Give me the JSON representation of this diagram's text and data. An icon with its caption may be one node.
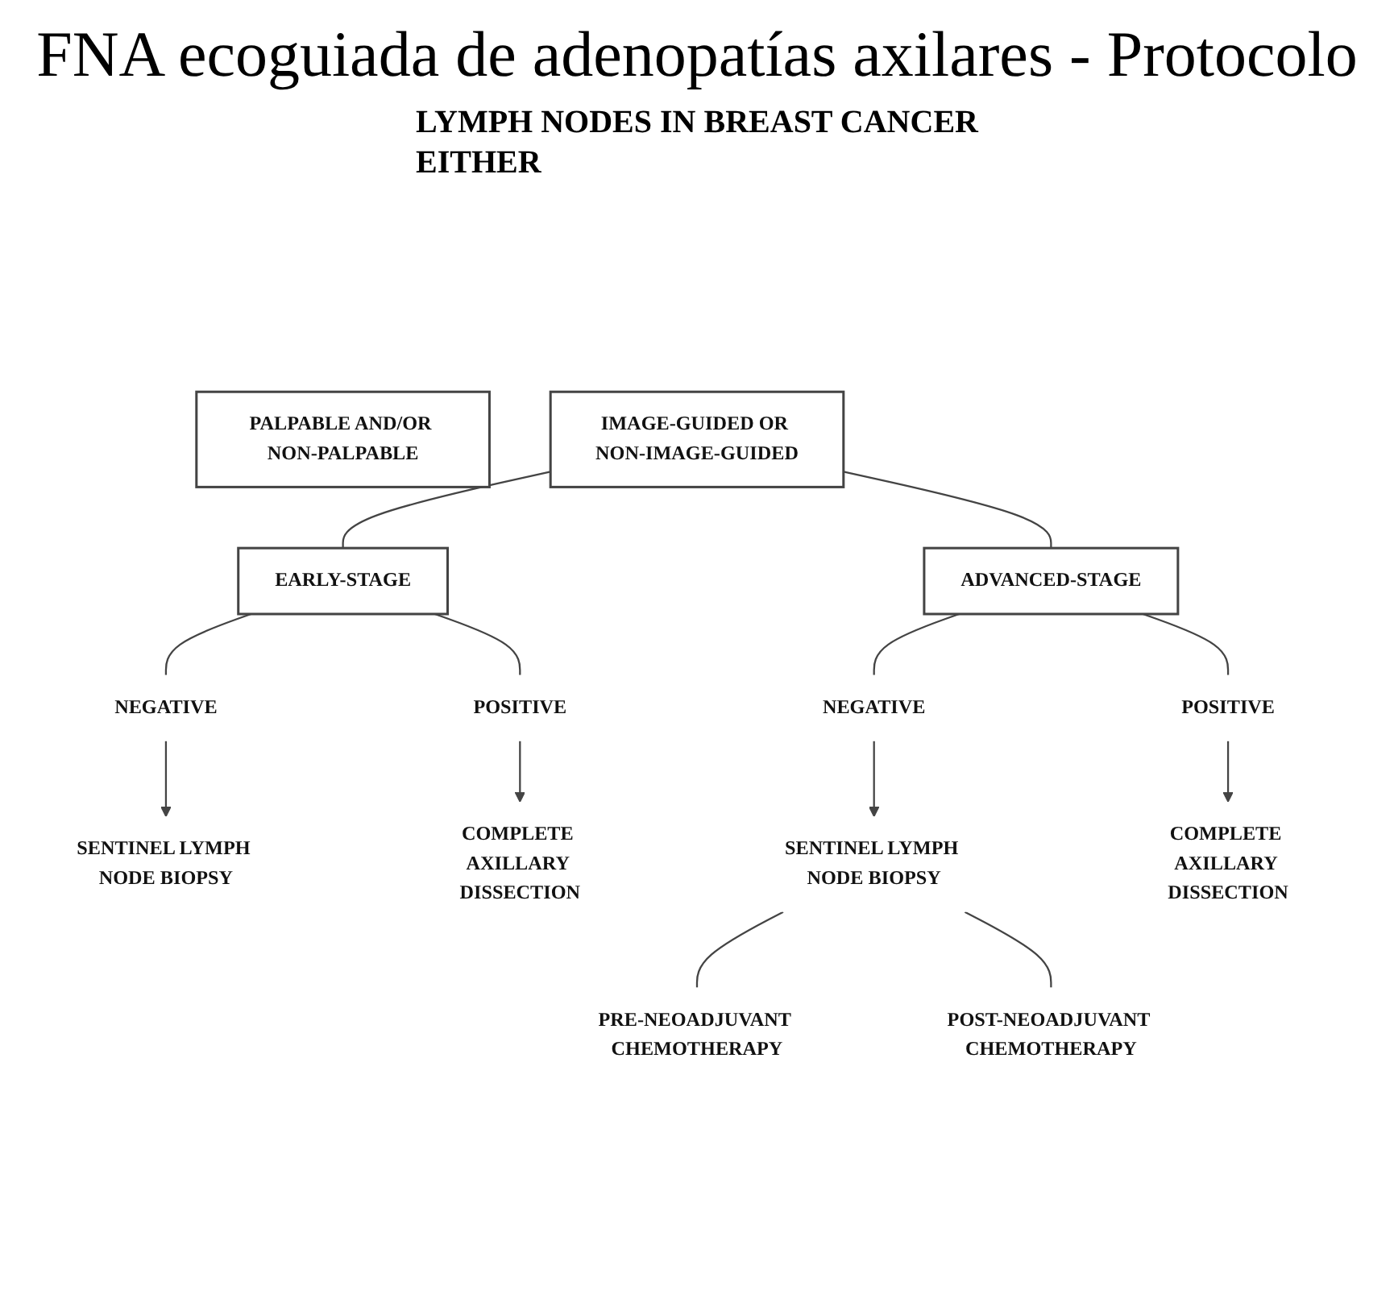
{
  "diagram": {
    "title": "FNA ecoguiada de adenopatías axilares - Protocolo",
    "nodes": [
      {
        "text": [
          "PALPABLE AND/OR NON-PALPABLE"
        ]
      },
      {
        "text": [
          "IMAGE-GUIDED OR NON-IMAGE-GUIDED"
        ]
      },
      {
        "text": [
          "EARLY-STAGE"
        ]
      },
      {
        "text": [
          "ADVANCED-STAGE"
        ]
      },
      {
        "text": [
          "NEGATIVE"
        ]
      },
      {
        "text": [
          "SENTINEL LYMPH NODE BIOPSY"
        ]
      },
      {
        "text": [
          "POSITIVE"
        ]
      },
      {
        "text": [
          "COMPLETE AXILLARY DISSECTION"
        ]
      },
      {
        "text": [
          "NEGATIVE"
        ]
      },
      {
        "text": [
          "SENTINEL LYMPH NODE BIOPSY"
        ]
      },
      {
        "text": [
          "POSITIVE"
        ]
      },
      {
        "text": [
          "COMPLETE AXILLARY DISSECTION"
        ]
      },
      {
        "text": [
          "PRE-NEOADJUVANT CHEMOTHERAPY"
        ]
      },
      {
        "text": [
          "POST-NEOADJUVANT CHEMOTHERAPY"
        ]
      }
    ],
    "edges": [
      {
        "from": 1,
        "to": 2,
        "arrow": "none"
      },
      {
        "from": 1,
        "to": 3,
        "arrow": "none"
      },
      {
        "from": 2,
        "to": 4,
        "arrow": "none"
      },
      {
        "from": 2,
        "to": 6,
        "arrow": "none"
      },
      {
        "from": 4,
        "to": 5,
        "arrow": "to"
      },
      {
        "from": 6,
        "to": 7,
        "arrow": "to"
      },
      {
        "from": 3,
        "to": 8,
        "arrow": "none"
      },
      {
        "from": 3,
        "to": 10,
        "arrow": "none"
      },
      {
        "from": 8,
        "to": 9,
        "arrow": "to"
      },
      {
        "from": 10,
        "to": 11,
        "arrow": "to"
      },
      {
        "from": 9,
        "to": 12,
        "arrow": "none"
      },
      {
        "from": 9,
        "to": 13,
        "arrow": "none"
      }
    ],
    "labels": [
      "LYMPH NODES IN BREAST CANCER",
      "EITHER"
    ]
  }
}
